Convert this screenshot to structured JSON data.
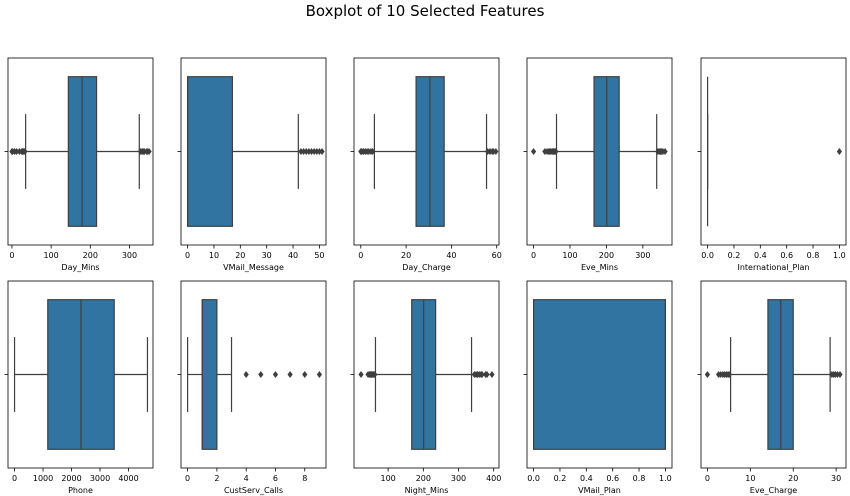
{
  "title": "Boxplot of 10 Selected Features",
  "colors": {
    "box": "#3274a1",
    "line": "#3f3f3f",
    "frame": "#000000"
  },
  "chart_data": [
    {
      "type": "box",
      "xlabel": "Day_Mins",
      "xlim": [
        -10,
        360
      ],
      "ticks": [
        0,
        100,
        200,
        300
      ],
      "whislo": 35,
      "q1": 144,
      "median": 179,
      "q3": 216,
      "whishi": 325,
      "fliers": [
        0,
        2,
        7,
        12,
        19,
        25,
        27,
        30,
        33,
        328,
        332,
        335,
        338,
        344,
        346,
        350
      ]
    },
    {
      "type": "box",
      "xlabel": "VMail_Message",
      "xlim": [
        -2.5,
        52.5
      ],
      "ticks": [
        0,
        10,
        20,
        30,
        40,
        50
      ],
      "whislo": 0,
      "q1": 0,
      "median": 0,
      "q3": 17,
      "whishi": 42,
      "fliers": [
        43,
        44,
        45,
        46,
        47,
        48,
        49,
        50,
        51
      ]
    },
    {
      "type": "box",
      "xlabel": "Day_Charge",
      "xlim": [
        -3,
        61
      ],
      "ticks": [
        0,
        20,
        40,
        60
      ],
      "whislo": 6,
      "q1": 24.4,
      "median": 30.5,
      "q3": 36.8,
      "whishi": 55.5,
      "fliers": [
        0,
        0.5,
        1.2,
        2,
        2.8,
        3.5,
        4.5,
        5.2,
        56,
        57,
        58,
        58.5,
        59.6
      ]
    },
    {
      "type": "box",
      "xlabel": "Eve_Mins",
      "xlim": [
        -18,
        380
      ],
      "ticks": [
        0,
        100,
        200,
        300
      ],
      "whislo": 63,
      "q1": 166,
      "median": 201,
      "q3": 235,
      "whishi": 338,
      "fliers": [
        0,
        31,
        37,
        42,
        45,
        48,
        52,
        55,
        58,
        61,
        341,
        345,
        348,
        351,
        355,
        361
      ]
    },
    {
      "type": "box",
      "xlabel": "International_Plan",
      "xlim": [
        -0.05,
        1.05
      ],
      "ticks": [
        0.0,
        0.2,
        0.4,
        0.6,
        0.8,
        1.0
      ],
      "whislo": 0,
      "q1": 0,
      "median": 0,
      "q3": 0,
      "whishi": 0,
      "fliers": [
        1
      ]
    },
    {
      "type": "box",
      "xlabel": "Phone",
      "xlim": [
        -230,
        4860
      ],
      "ticks": [
        0,
        1000,
        2000,
        3000,
        4000
      ],
      "whislo": 0,
      "q1": 1166,
      "median": 2333,
      "q3": 3499,
      "whishi": 4666,
      "fliers": []
    },
    {
      "type": "box",
      "xlabel": "CustServ_Calls",
      "xlim": [
        -0.45,
        9.45
      ],
      "ticks": [
        0,
        2,
        4,
        6,
        8
      ],
      "whislo": 0,
      "q1": 1,
      "median": 1,
      "q3": 2,
      "whishi": 3,
      "fliers": [
        4,
        5,
        6,
        7,
        8,
        9
      ]
    },
    {
      "type": "box",
      "xlabel": "Night_Mins",
      "xlim": [
        3,
        415
      ],
      "ticks": [
        100,
        200,
        300,
        400
      ],
      "whislo": 64,
      "q1": 167,
      "median": 201,
      "q3": 235,
      "whishi": 337,
      "fliers": [
        23,
        43,
        47,
        50,
        53,
        56,
        59,
        62,
        345,
        350,
        354,
        359,
        364,
        367,
        377,
        381,
        395
      ]
    },
    {
      "type": "box",
      "xlabel": "VMail_Plan",
      "xlim": [
        -0.05,
        1.05
      ],
      "ticks": [
        0.0,
        0.2,
        0.4,
        0.6,
        0.8,
        1.0
      ],
      "whislo": 0,
      "q1": 0,
      "median": 1,
      "q3": 1,
      "whishi": 1,
      "fliers": []
    },
    {
      "type": "box",
      "xlabel": "Eve_Charge",
      "xlim": [
        -1.5,
        32.3
      ],
      "ticks": [
        0,
        10,
        20,
        30
      ],
      "whislo": 5.4,
      "q1": 14.1,
      "median": 17.1,
      "q3": 20,
      "whishi": 28.6,
      "fliers": [
        0,
        2.6,
        3.1,
        3.6,
        4.0,
        4.4,
        4.8,
        5.1,
        29,
        29.4,
        29.8,
        30.3,
        30.9
      ]
    }
  ]
}
